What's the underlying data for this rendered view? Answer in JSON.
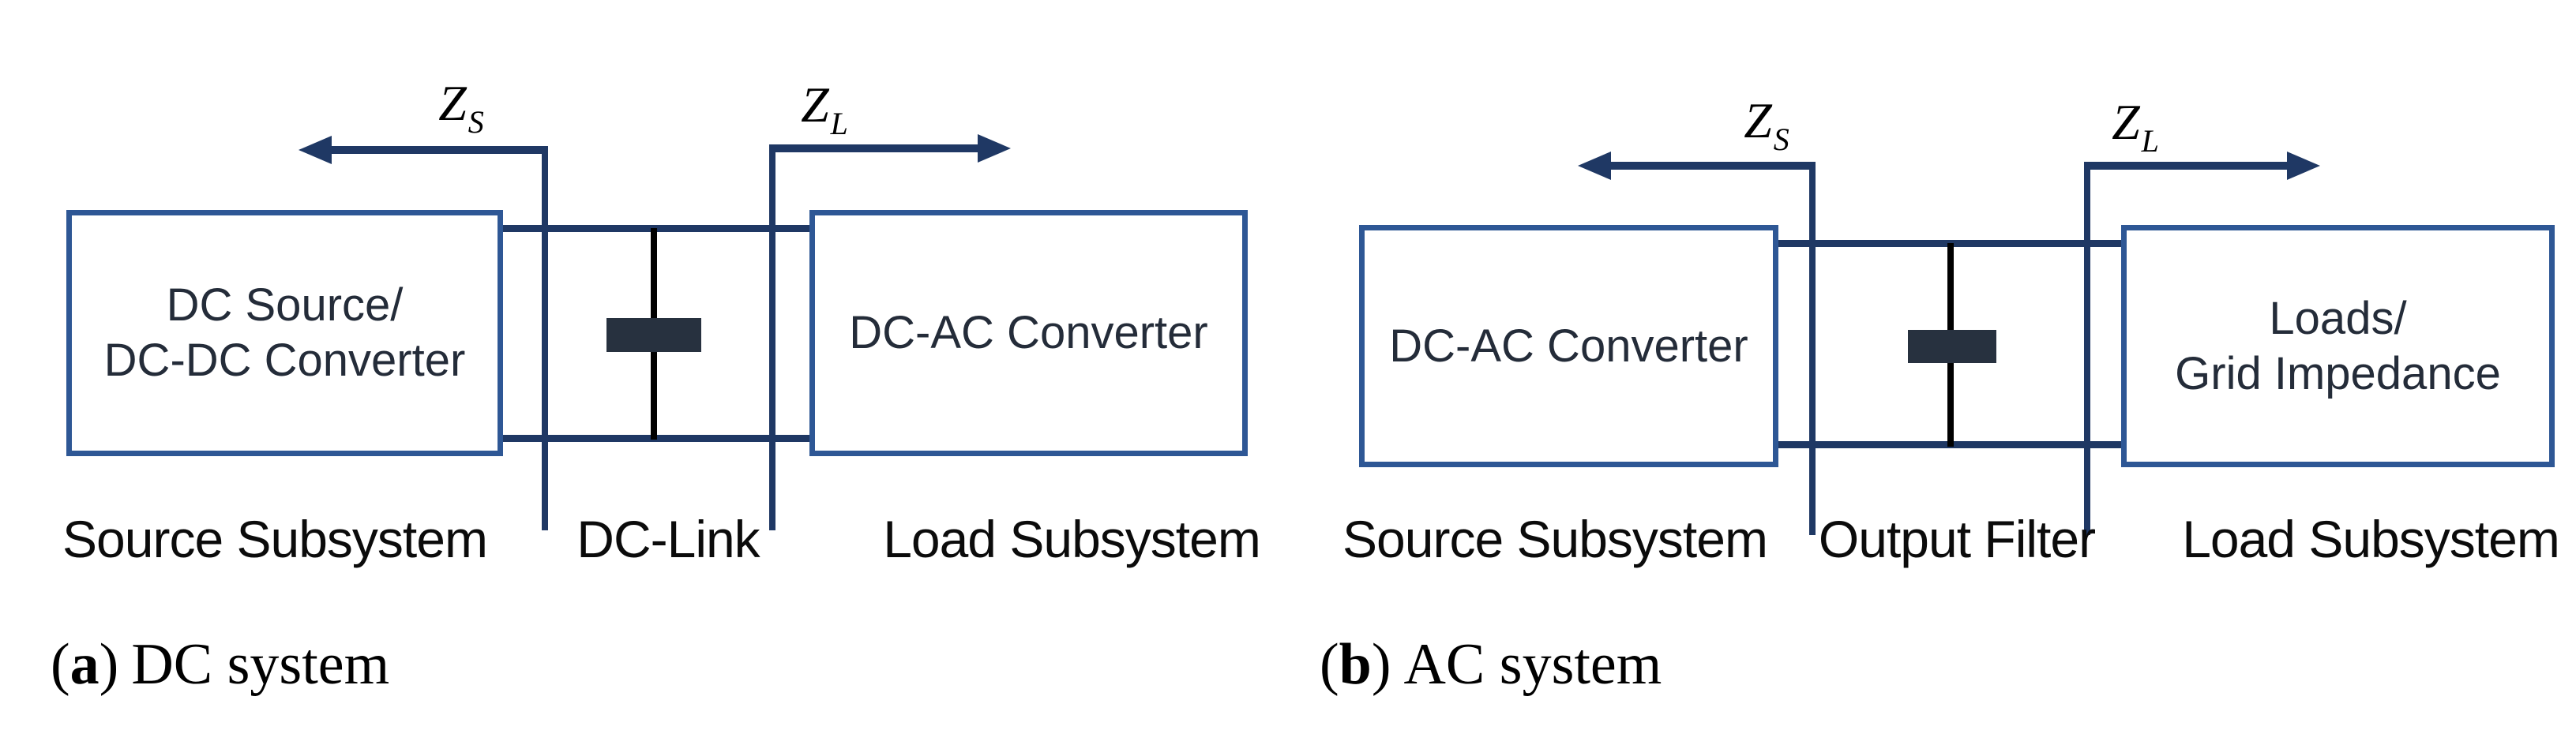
{
  "figure": {
    "colors": {
      "background": "#ffffff",
      "box_border": "#2e5795",
      "line_dark": "#1f3864",
      "capacitor_fill": "#27313f",
      "capacitor_line": "#000000",
      "box_text": "#242c39",
      "label_text": "#0b0b0b",
      "caption_text": "#000000"
    },
    "panels": [
      {
        "id": "a",
        "caption": {
          "open": "(",
          "letter": "a",
          "close": ")",
          "text": "DC system"
        },
        "source_box": {
          "lines": [
            "DC Source/",
            "DC-DC Converter"
          ]
        },
        "load_box": {
          "lines": [
            "DC-AC Converter"
          ]
        },
        "impedance_source": {
          "base": "Z",
          "sub": "S"
        },
        "impedance_load": {
          "base": "Z",
          "sub": "L"
        },
        "labels": {
          "source": "Source Subsystem",
          "middle": "DC-Link",
          "load": "Load Subsystem"
        }
      },
      {
        "id": "b",
        "caption": {
          "open": "(",
          "letter": "b",
          "close": ")",
          "text": "AC system"
        },
        "source_box": {
          "lines": [
            "DC-AC Converter"
          ]
        },
        "load_box": {
          "lines": [
            "Loads/",
            "Grid Impedance"
          ]
        },
        "impedance_source": {
          "base": "Z",
          "sub": "S"
        },
        "impedance_load": {
          "base": "Z",
          "sub": "L"
        },
        "labels": {
          "source": "Source Subsystem",
          "middle": "Output Filter",
          "load": "Load Subsystem"
        }
      }
    ]
  }
}
